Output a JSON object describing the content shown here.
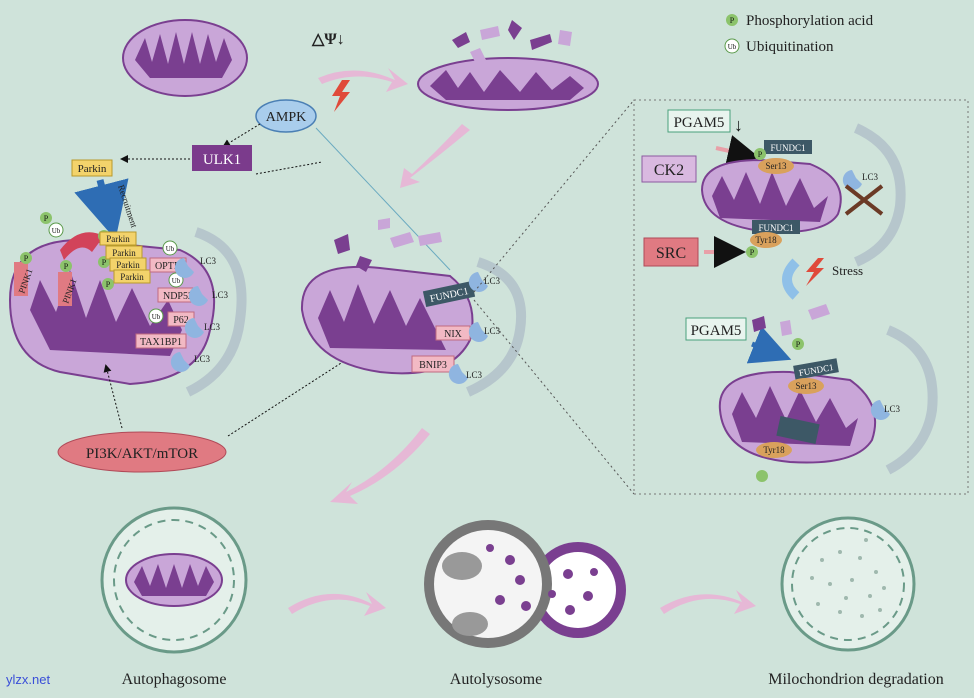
{
  "legend": {
    "p_symbol": "P",
    "phosphorylation": "Phosphorylation acid",
    "ub_symbol": "Ub",
    "ubiquitination": "Ubiquitination"
  },
  "top": {
    "delta_psi": "△Ψ↓",
    "ampk": "AMPK",
    "ulk1": "ULK1",
    "parkin": "Parkin",
    "recruitment": "Recruitment",
    "pi3k": "PI3K/AKT/mTOR"
  },
  "left_mito": {
    "pink1_a": "PINK1",
    "pink1_b": "PINK1",
    "parkin_stack": [
      "Parkin",
      "Parkin",
      "Parkin",
      "Parkin"
    ],
    "receptors": [
      "OPTN",
      "NDP52",
      "P62",
      "TAX1BP1"
    ],
    "lc3": "LC3",
    "p": "P",
    "ub": "Ub"
  },
  "middle_mito": {
    "receptors": [
      "FUNDC1",
      "NIX",
      "BNIP3"
    ],
    "lc3": "LC3"
  },
  "inset": {
    "pgam5_top": "PGAM5",
    "down_arrow": "↓",
    "fundc1": "FUNDC1",
    "ser13": "Ser13",
    "tyr18": "Tyr18",
    "ck2": "CK2",
    "src": "SRC",
    "stress": "Stress",
    "pgam5_bottom": "PGAM5",
    "lc3": "LC3",
    "p": "P"
  },
  "bottom": {
    "autophagosome": "Autophagosome",
    "autolysosome": "Autolysosome",
    "degradation": "Milochondrion degradation"
  },
  "watermark": "ylzx.net",
  "colors": {
    "background": "#cfe3da",
    "mito_outer": "#c9a6d8",
    "mito_inner": "#7a3f90",
    "lc3": "#8fb5e0",
    "parkin": "#f3d36b",
    "receptor": "#f2b9c4",
    "fundc1": "#3d5866",
    "phospho": "#8cc36b",
    "ser_tyr": "#d9a15c",
    "ulk1": "#7b3b8c",
    "pi3k": "#e07a82",
    "ampk": "#a9cdec",
    "arrow": "#e6b8d6"
  }
}
